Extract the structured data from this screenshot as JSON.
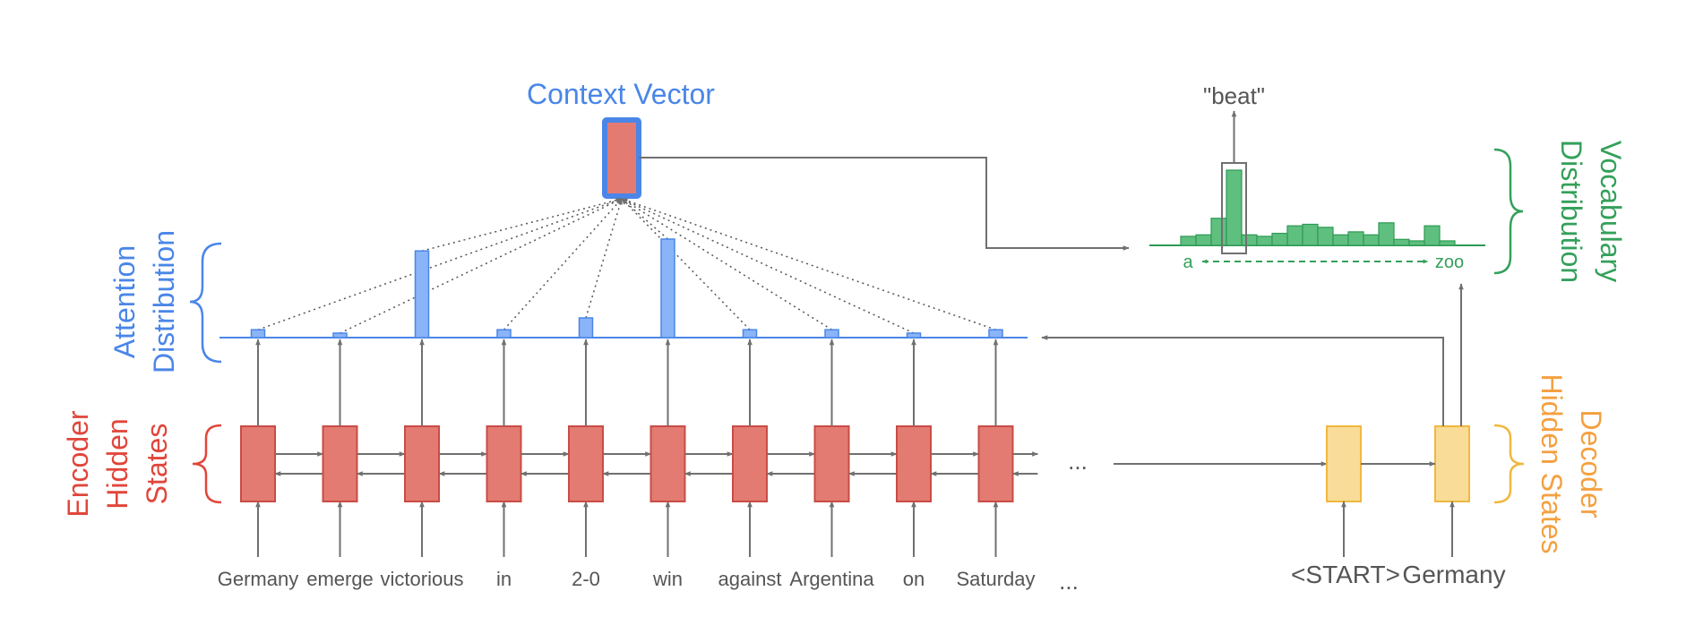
{
  "labels": {
    "context_vector": "Context Vector",
    "attention_line1": "Attention",
    "attention_line2": "Distribution",
    "encoder_line1": "Encoder",
    "encoder_line2": "Hidden",
    "encoder_line3": "States",
    "decoder_line1": "Decoder",
    "decoder_line2": "Hidden States",
    "vocab_line1": "Vocabulary",
    "vocab_line2": "Distribution",
    "beat": "\"beat\"",
    "vocab_start": "a",
    "vocab_end": "zoo",
    "ellipsis": "..."
  },
  "encoder_words": [
    "Germany",
    "emerge",
    "victorious",
    "in",
    "2-0",
    "win",
    "against",
    "Argentina",
    "on",
    "Saturday"
  ],
  "decoder_inputs": [
    "<START>",
    "Germany"
  ],
  "attention_weights": [
    0.08,
    0.04,
    0.88,
    0.08,
    0.2,
    1.0,
    0.08,
    0.08,
    0.04,
    0.08
  ],
  "vocab_distribution": [
    0.12,
    0.14,
    0.36,
    1.0,
    0.14,
    0.12,
    0.16,
    0.26,
    0.28,
    0.24,
    0.14,
    0.18,
    0.14,
    0.3,
    0.08,
    0.06,
    0.26,
    0.06
  ],
  "vocab_selected_index": 3,
  "colors": {
    "encoder_fill": "#e37b73",
    "encoder_stroke": "#c94c44",
    "decoder_fill": "#f9dc97",
    "decoder_stroke": "#f0b840",
    "attention_fill": "#8ab4f8",
    "attention_stroke": "#4a86e8",
    "vocab_fill": "#5fbf7f",
    "vocab_stroke": "#2e9a55",
    "context_label": "#4a86e8",
    "encoder_label": "#e0463b",
    "decoder_label": "#f4a040",
    "vocab_label": "#34a05a",
    "arrow": "#707070",
    "word": "#555555"
  }
}
